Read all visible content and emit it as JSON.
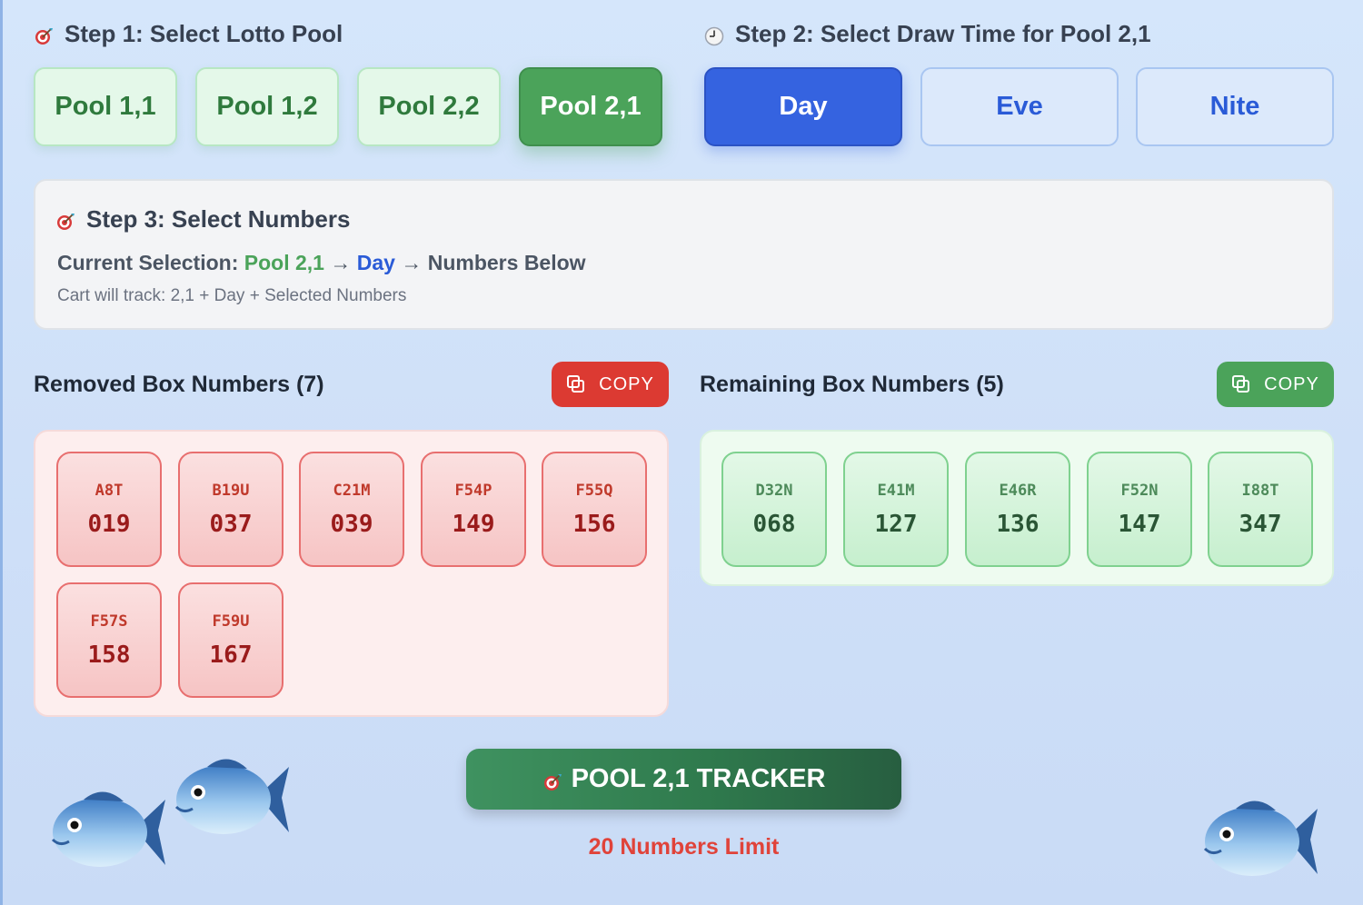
{
  "step1": {
    "title": "Step 1: Select Lotto Pool"
  },
  "pools": [
    {
      "label": "Pool 1,1",
      "active": false
    },
    {
      "label": "Pool 1,2",
      "active": false
    },
    {
      "label": "Pool 2,2",
      "active": false
    },
    {
      "label": "Pool 2,1",
      "active": true
    }
  ],
  "step2": {
    "title": "Step 2: Select Draw Time for Pool 2,1"
  },
  "times": [
    {
      "label": "Day",
      "active": true
    },
    {
      "label": "Eve",
      "active": false
    },
    {
      "label": "Nite",
      "active": false
    }
  ],
  "step3": {
    "title": "Step 3: Select Numbers",
    "current_label": "Current Selection:",
    "current_pool": "Pool 2,1",
    "arrow": "→",
    "current_time": "Day",
    "current_tail": "Numbers Below",
    "cart_text": "Cart will track: 2,1 + Day + Selected Numbers"
  },
  "removed": {
    "title": "Removed Box Numbers (7)",
    "copy_label": "COPY",
    "items": [
      {
        "code": "A8T",
        "num": "019"
      },
      {
        "code": "B19U",
        "num": "037"
      },
      {
        "code": "C21M",
        "num": "039"
      },
      {
        "code": "F54P",
        "num": "149"
      },
      {
        "code": "F55Q",
        "num": "156"
      },
      {
        "code": "F57S",
        "num": "158"
      },
      {
        "code": "F59U",
        "num": "167"
      }
    ]
  },
  "remaining": {
    "title": "Remaining Box Numbers (5)",
    "copy_label": "COPY",
    "items": [
      {
        "code": "D32N",
        "num": "068"
      },
      {
        "code": "E41M",
        "num": "127"
      },
      {
        "code": "E46R",
        "num": "136"
      },
      {
        "code": "F52N",
        "num": "147"
      },
      {
        "code": "I88T",
        "num": "347"
      }
    ]
  },
  "tracker": {
    "label": "POOL 2,1 TRACKER",
    "limit": "20 Numbers Limit"
  },
  "colors": {
    "green": "#4ba35a",
    "blue": "#3563e0",
    "red": "#dc3a32"
  }
}
